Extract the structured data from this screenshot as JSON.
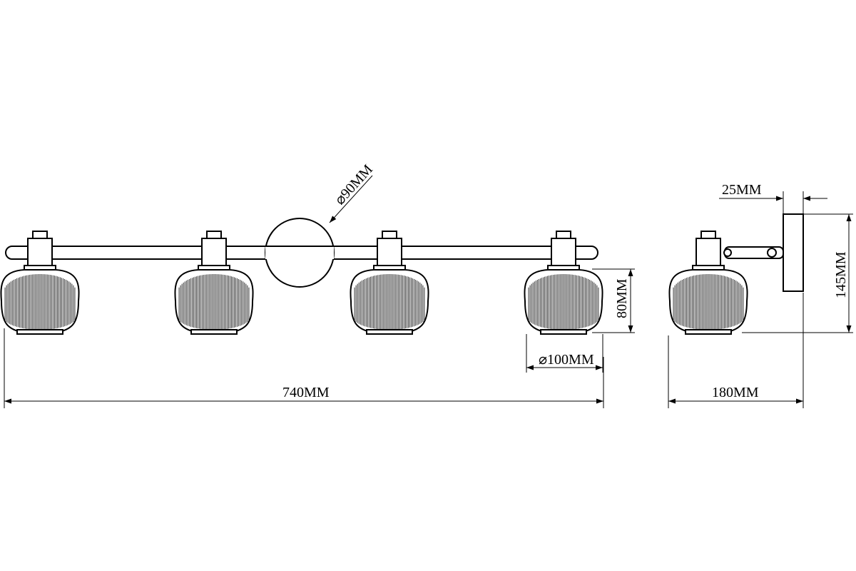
{
  "dimensions": {
    "overall_width": "740MM",
    "shade_diameter": "⌀100MM",
    "shade_height": "80MM",
    "base_diameter": "⌀90MM",
    "depth": "180MM",
    "plate_thickness": "25MM",
    "side_height": "145MM"
  },
  "colors": {
    "line": "#000000",
    "background": "#ffffff"
  }
}
